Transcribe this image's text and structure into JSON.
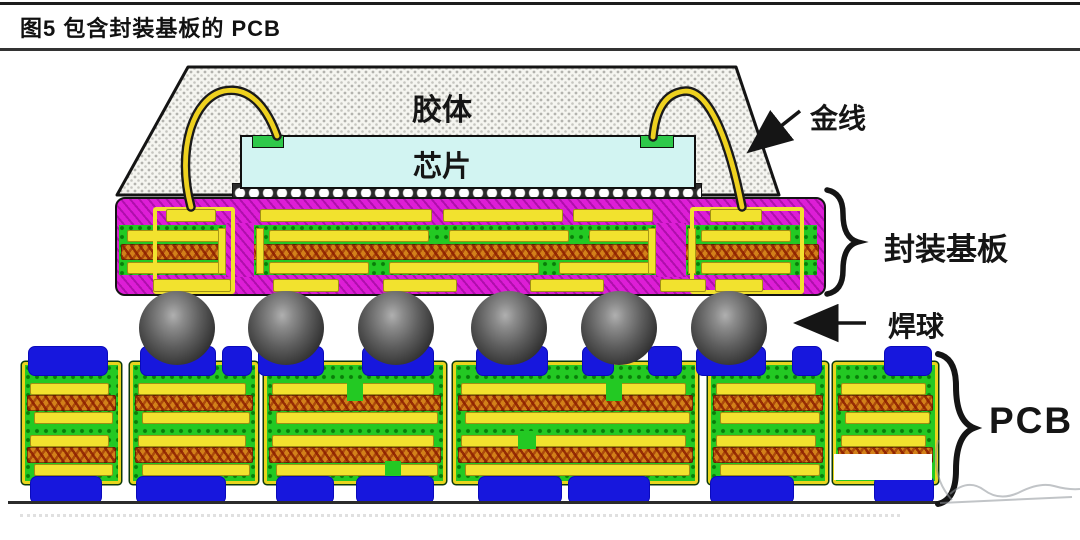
{
  "figure": {
    "title": "图5  包含封装基板的 PCB"
  },
  "labels": {
    "mold": "胶体",
    "chip": "芯片",
    "gold_wire": "金线",
    "package_substrate": "封装基板",
    "solder_ball": "焊球",
    "pcb": "PCB"
  },
  "structure": {
    "solder_ball_count": 6,
    "pcb_section_count": 6,
    "description_layers_top_to_bottom": [
      "胶体",
      "金线",
      "芯片",
      "封装基板",
      "焊球",
      "PCB"
    ]
  },
  "colors": {
    "substrate_magenta": "#dd1ed6",
    "board_green": "#23c923",
    "trace_yellow": "#f2e22e",
    "core_orange": "#d28019",
    "pad_blue": "#1717dd",
    "chip_cyan": "#d2f4f2",
    "ball_gray": "#4a4a4a",
    "mold_white": "#f5f5f0",
    "line_black": "#151515"
  }
}
